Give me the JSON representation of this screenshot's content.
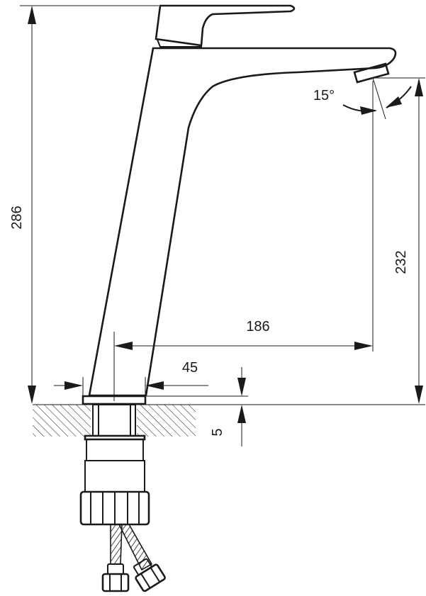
{
  "dimensions": {
    "total_height": "286",
    "spout_height": "232",
    "spout_reach": "186",
    "base_width": "45",
    "deck_offset": "5",
    "spout_angle": "15°"
  },
  "colors": {
    "line": "#1a1a1a",
    "background": "#ffffff"
  }
}
